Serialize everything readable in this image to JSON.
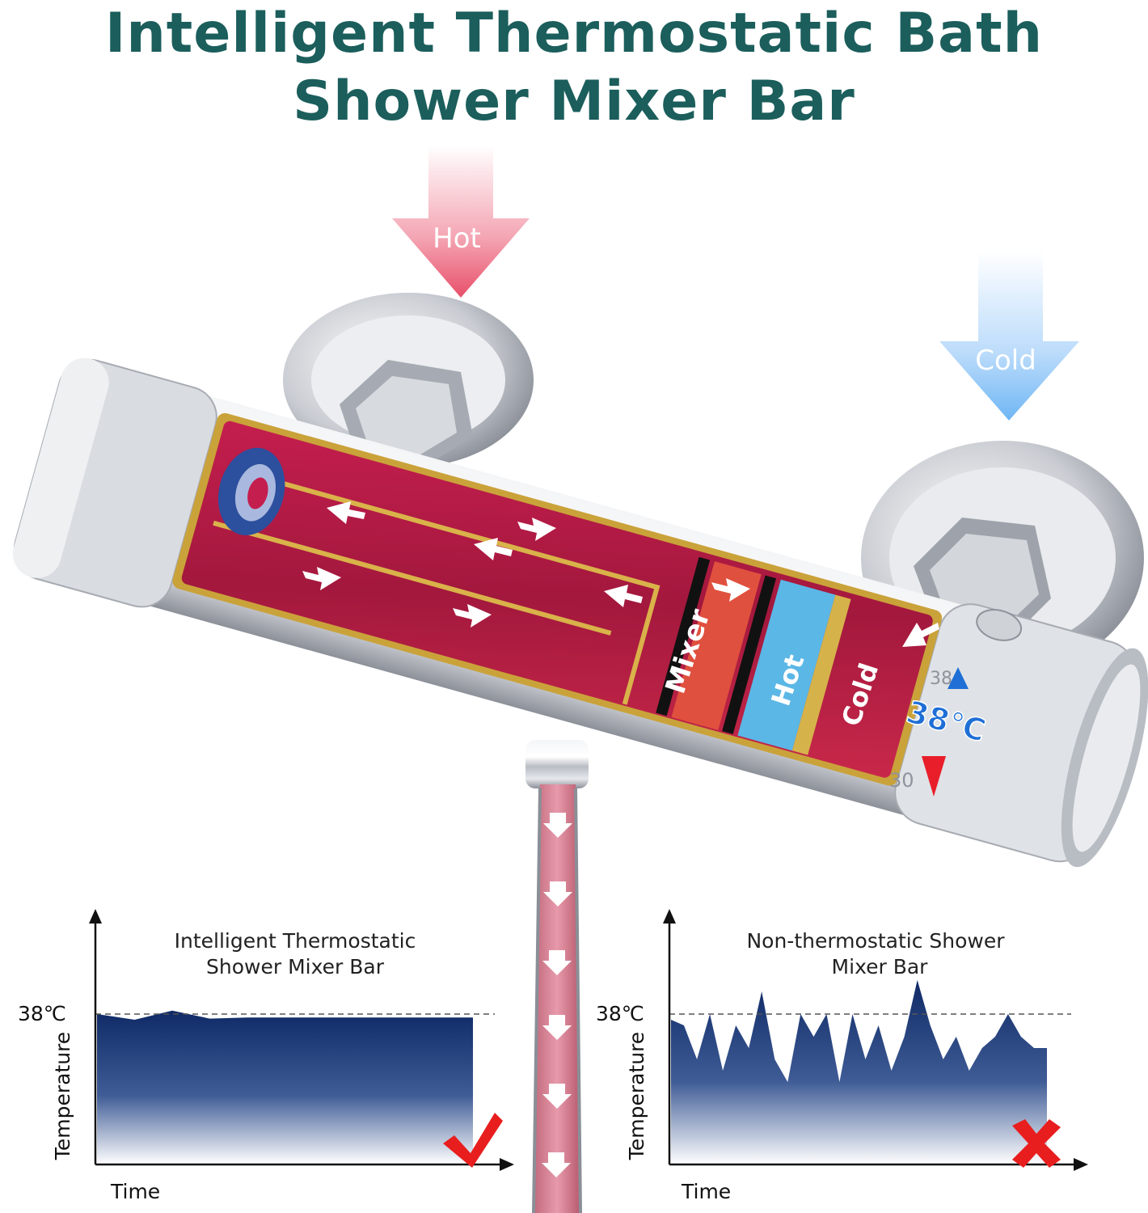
{
  "title": {
    "line1": "Intelligent Thermostatic Bath",
    "line2": "Shower Mixer Bar"
  },
  "arrows": {
    "hot_label": "Hot",
    "cold_label": "Cold"
  },
  "cutaway_labels": {
    "mixer": "Mixer",
    "hot": "Hot",
    "cold": "Cold"
  },
  "dial": {
    "current_temp": "38℃",
    "mark_upper": "38",
    "mark_lower": "30"
  },
  "left_chart": {
    "title_line1": "Intelligent Thermostatic",
    "title_line2": "Shower Mixer Bar",
    "ref_label": "38℃",
    "ylabel": "Temperature",
    "xlabel": "Time",
    "verdict_icon": "check-mark-icon"
  },
  "right_chart": {
    "title_line1": "Non-thermostatic Shower",
    "title_line2": "Mixer Bar",
    "ref_label": "38℃",
    "ylabel": "Temperature",
    "xlabel": "Time",
    "verdict_icon": "cross-mark-icon"
  },
  "colors": {
    "title": "#1b5e5c",
    "hot": "#e8506a",
    "cold": "#4a9ee8",
    "mixer": "#b8224a",
    "chart_fill_top": "#0f2a66",
    "verdict_red": "#e81e1e",
    "temp_blue": "#1f6fd6"
  },
  "chart_data": [
    {
      "type": "area",
      "title": "Intelligent Thermostatic Shower Mixer Bar",
      "xlabel": "Time",
      "ylabel": "Temperature",
      "reference": {
        "label": "38℃",
        "value": 38
      },
      "x": [
        0,
        1,
        2,
        3,
        4,
        5,
        6,
        7,
        8,
        9,
        10
      ],
      "values": [
        38,
        37.5,
        38.3,
        37.6,
        37.7,
        37.7,
        37.7,
        37.7,
        37.7,
        37.7,
        37.7
      ]
    },
    {
      "type": "area",
      "title": "Non-thermostatic Shower Mixer Bar",
      "xlabel": "Time",
      "ylabel": "Temperature",
      "reference": {
        "label": "38℃",
        "value": 38
      },
      "x": [
        0,
        1,
        2,
        3,
        4,
        5,
        6,
        7,
        8,
        9,
        10,
        11,
        12,
        13,
        14,
        15,
        16,
        17,
        18,
        19,
        20,
        21,
        22,
        23,
        24,
        25,
        26,
        27,
        28,
        29
      ],
      "values": [
        37.5,
        37,
        34,
        38,
        33,
        37,
        35,
        40,
        34,
        32,
        38,
        36,
        38,
        32,
        38,
        34,
        37,
        33,
        36,
        41,
        37,
        34,
        36,
        33,
        35,
        36,
        38,
        36,
        35,
        35
      ]
    }
  ]
}
